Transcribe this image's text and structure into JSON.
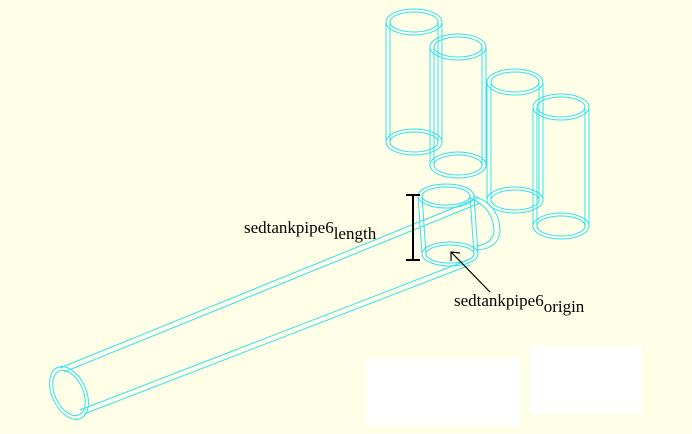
{
  "labels": {
    "length_name": "sedtankpipe6",
    "length_sub": "length",
    "origin_name": "sedtankpipe6",
    "origin_sub": "origin"
  },
  "colors": {
    "background": "#ffffe8",
    "wireframe": "#33e0f0",
    "annotation": "#000000"
  }
}
